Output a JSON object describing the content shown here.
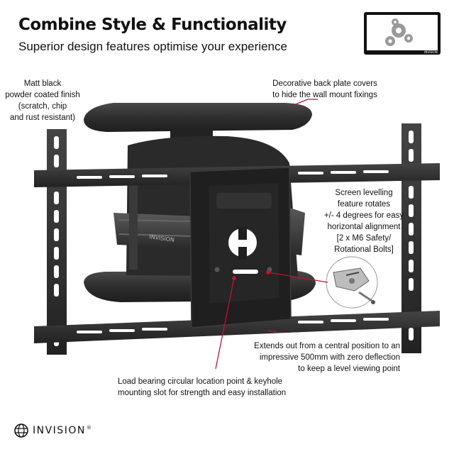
{
  "header": {
    "title": "Combine Style & Functionality",
    "subtitle": "Superior design features optimise your experience"
  },
  "callouts": {
    "finish": [
      "Matt black",
      "powder coated finish",
      "(scratch, chip",
      "and rust resistant)"
    ],
    "covers": [
      "Decorative back plate covers",
      "to hide the wall mount fixings"
    ],
    "levelling": [
      "Screen levelling",
      "feature rotates",
      "+/- 4 degrees for easy",
      "horizontal alignment",
      "[2 x M6 Safety/",
      "Rotational Bolts]"
    ],
    "extends": [
      "Extends out from a central position to an",
      "impressive 500mm with zero deflection",
      "to keep a level viewing point"
    ],
    "load": [
      "Load bearing circular location point & keyhole",
      "mounting slot for strength and easy installation"
    ]
  },
  "product": {
    "arm_logo": "INVISION",
    "thumb_logo": "INVISION"
  },
  "brand": {
    "name": "INVISION",
    "reg": "®"
  },
  "colors": {
    "mount_black": "#2b2b2b",
    "mount_highlight": "#4a4a4a",
    "callout_line": "#c8102e",
    "text": "#111111"
  },
  "icons": {
    "thumbnail": "tv-gears-icon",
    "brand_logo": "globe-icon"
  }
}
